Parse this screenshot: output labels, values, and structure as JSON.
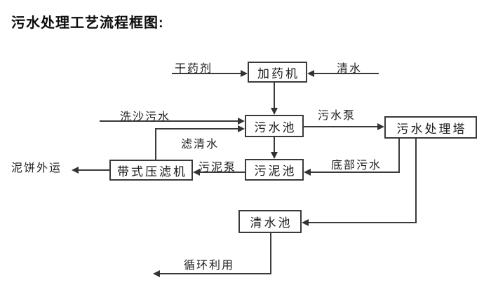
{
  "title": "污水处理工艺流程框图:",
  "nodes": {
    "dosing_machine": {
      "label": "加药机"
    },
    "sewage_pool": {
      "label": "污水池"
    },
    "treatment_tower": {
      "label": "污水处理塔"
    },
    "sludge_pool": {
      "label": "污泥池"
    },
    "belt_filter_press": {
      "label": "带式压滤机"
    },
    "clean_water_pool": {
      "label": "清水池"
    }
  },
  "edge_labels": {
    "dry_chemical": "干药剂",
    "clean_water": "清水",
    "sand_washing_sewage": "洗沙污水",
    "sewage_pump": "污水泵",
    "filtered_water": "滤清水",
    "sludge_pump": "污泥泵",
    "bottom_sewage": "底部污水",
    "mud_cake_out": "泥饼外运",
    "recycling": "循环利用"
  },
  "flow_edges": [
    {
      "from": "external",
      "to": "dosing_machine",
      "label": "干药剂"
    },
    {
      "from": "external",
      "to": "dosing_machine",
      "label": "清水"
    },
    {
      "from": "dosing_machine",
      "to": "sewage_pool",
      "label": ""
    },
    {
      "from": "external",
      "to": "sewage_pool",
      "label": "洗沙污水"
    },
    {
      "from": "belt_filter_press",
      "to": "sewage_pool",
      "label": "滤清水"
    },
    {
      "from": "sewage_pool",
      "to": "treatment_tower",
      "label": "污水泵"
    },
    {
      "from": "sewage_pool",
      "to": "sludge_pool",
      "label": ""
    },
    {
      "from": "treatment_tower",
      "to": "sludge_pool",
      "label": "底部污水"
    },
    {
      "from": "sludge_pool",
      "to": "belt_filter_press",
      "label": "污泥泵"
    },
    {
      "from": "belt_filter_press",
      "to": "external",
      "label": "泥饼外运"
    },
    {
      "from": "treatment_tower",
      "to": "clean_water_pool",
      "label": ""
    },
    {
      "from": "clean_water_pool",
      "to": "external",
      "label": "循环利用"
    }
  ],
  "colors": {
    "line": "#3a3a3a",
    "box_border": "#3a3a3a",
    "text": "#1a1a1a",
    "background": "#ffffff"
  }
}
